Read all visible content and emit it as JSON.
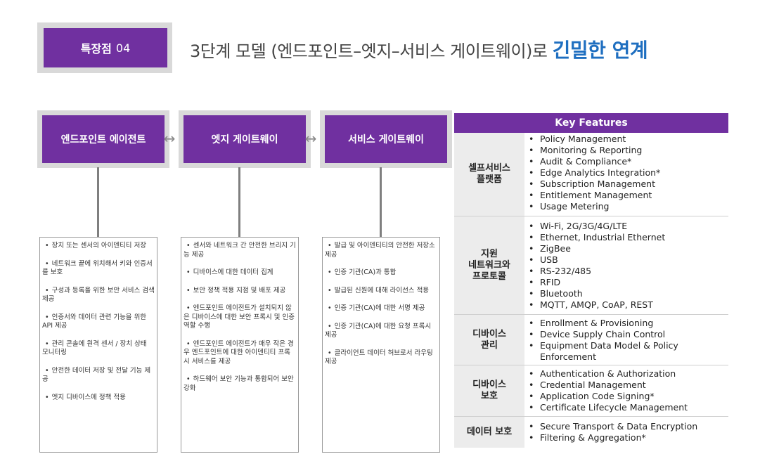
{
  "header": {
    "badge_bold": "특장점",
    "badge_num": "04",
    "title_plain": "3단계 모델 (엔드포인트–엣지–서비스 게이트웨이)로 ",
    "title_highlight": "긴밀한 연계"
  },
  "components": [
    {
      "label": "엔드포인트 에이전트",
      "items": [
        "장치 또는 센서의 아이덴티티 저장",
        "네트워크 끝에 위치해서 키와 인증서를 보호",
        "구성과 등록을 위한 보안 서비스 검색 제공",
        "인증서와  데이터 관련 기능을 위한 API 제공",
        "관리 콘솔에 원격 센서 / 장치 상태 모니터링",
        "안전한 데이터 저장 및 전달 기능 제공",
        "엣지 디바이스에 정책 적용"
      ]
    },
    {
      "label": "엣지 게이트웨이",
      "items": [
        "센서와 네트워크 간 안전한 브리지 기능 제공",
        "디바이스에 대한 데이터 집계",
        "보안 정책 적용 지점 및 배포 제공",
        "엔드포인트 에이전트가 설치되지 않은 디바이스에 대한 보안 프록시 및 인증 역할 수행",
        "엔드포인트 에이전트가 매우 작은 경우 엔드포인트에 대한 아이덴티티 프록시 서비스를 제공",
        "하드웨어 보안 기능과 통합되어 보안 강화"
      ]
    },
    {
      "label": "서비스 게이트웨이",
      "items": [
        "발급 및 아이덴티티의 안전한 저장소 제공",
        "인증 기관(CA)과 통합",
        "발급된 신원에 대해  라이선스 적용",
        "인증 기관(CA)에 대한 서명 제공",
        "인증 기관(CA)에 대한 요청 프록시 제공",
        "클라이언트 데이터 허브로서 라우팅 제공"
      ]
    }
  ],
  "key_features": {
    "title": "Key Features",
    "rows": [
      {
        "label": "셀프서비스\n플랫폼",
        "items": [
          "Policy Management",
          "Monitoring & Reporting",
          "Audit & Compliance*",
          "Edge Analytics Integration*",
          "Subscription Management",
          "Entitlement Management",
          "Usage Metering"
        ]
      },
      {
        "label": "지원\n네트워크와\n프로토콜",
        "items": [
          "Wi-Fi, 2G/3G/4G/LTE",
          "Ethernet, Industrial Ethernet",
          "ZigBee",
          "USB",
          "RS-232/485",
          "RFID",
          "Bluetooth",
          "MQTT, AMQP, CoAP, REST"
        ]
      },
      {
        "label": "디바이스\n관리",
        "items": [
          "Enrollment & Provisioning",
          "Device Supply Chain Control",
          "Equipment Data Model & Policy Enforcement"
        ]
      },
      {
        "label": "디바이스\n보호",
        "items": [
          "Authentication & Authorization",
          "Credential Management",
          "Application Code Signing*",
          "Certificate Lifecycle Management"
        ]
      },
      {
        "label": "데이터 보호",
        "items": [
          "Secure Transport & Data Encryption",
          "Filtering & Aggregation*"
        ]
      }
    ]
  }
}
